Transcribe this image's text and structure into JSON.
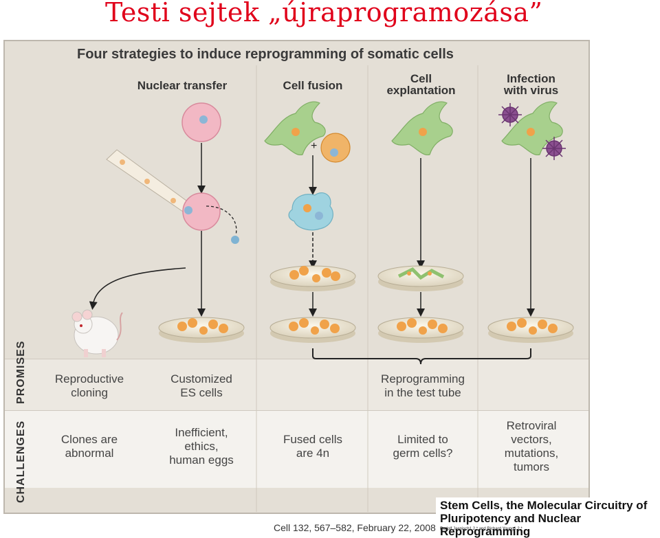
{
  "slide_title": "Testi sejtek „újraprogramozása”",
  "figure": {
    "title": "Four strategies to induce reprogramming of somatic cells",
    "columns": [
      {
        "label": "Nuclear  transfer"
      },
      {
        "label": "Cell fusion"
      },
      {
        "label": "Cell\nexplantation"
      },
      {
        "label": "Infection\nwith virus"
      }
    ],
    "rows": {
      "promises_label": "PROMISES",
      "challenges_label": "CHALLENGES"
    },
    "promises": [
      "Reproductive\ncloning",
      "Customized\nES cells",
      "Reprogramming\nin the test tube"
    ],
    "challenges": [
      "Clones are\nabnormal",
      "Inefficient,\nethics,\nhuman eggs",
      "Fused cells\nare 4n",
      "Limited to\ngerm cells?",
      "Retroviral\nvectors,\nmutations,\ntumors"
    ],
    "fusion_plus": "+"
  },
  "reference": {
    "title": "Stem Cells, the Molecular Circuitry of Pluripotency and Nuclear Reprogramming",
    "authors": "Rudolf Jaenisch1,2,* and Richard Young1,2,*",
    "citation": "Cell 132, 567–582, February 22, 2008 ©"
  },
  "colors": {
    "title_red": "#e0001a",
    "figure_bg": "#e4dfd6",
    "egg_pink": "#f2b8c4",
    "somatic_green": "#a8d08d",
    "es_orange": "#f0a24a",
    "fused_blue": "#9fd3e0",
    "virus_purple": "#8a4f8f"
  }
}
